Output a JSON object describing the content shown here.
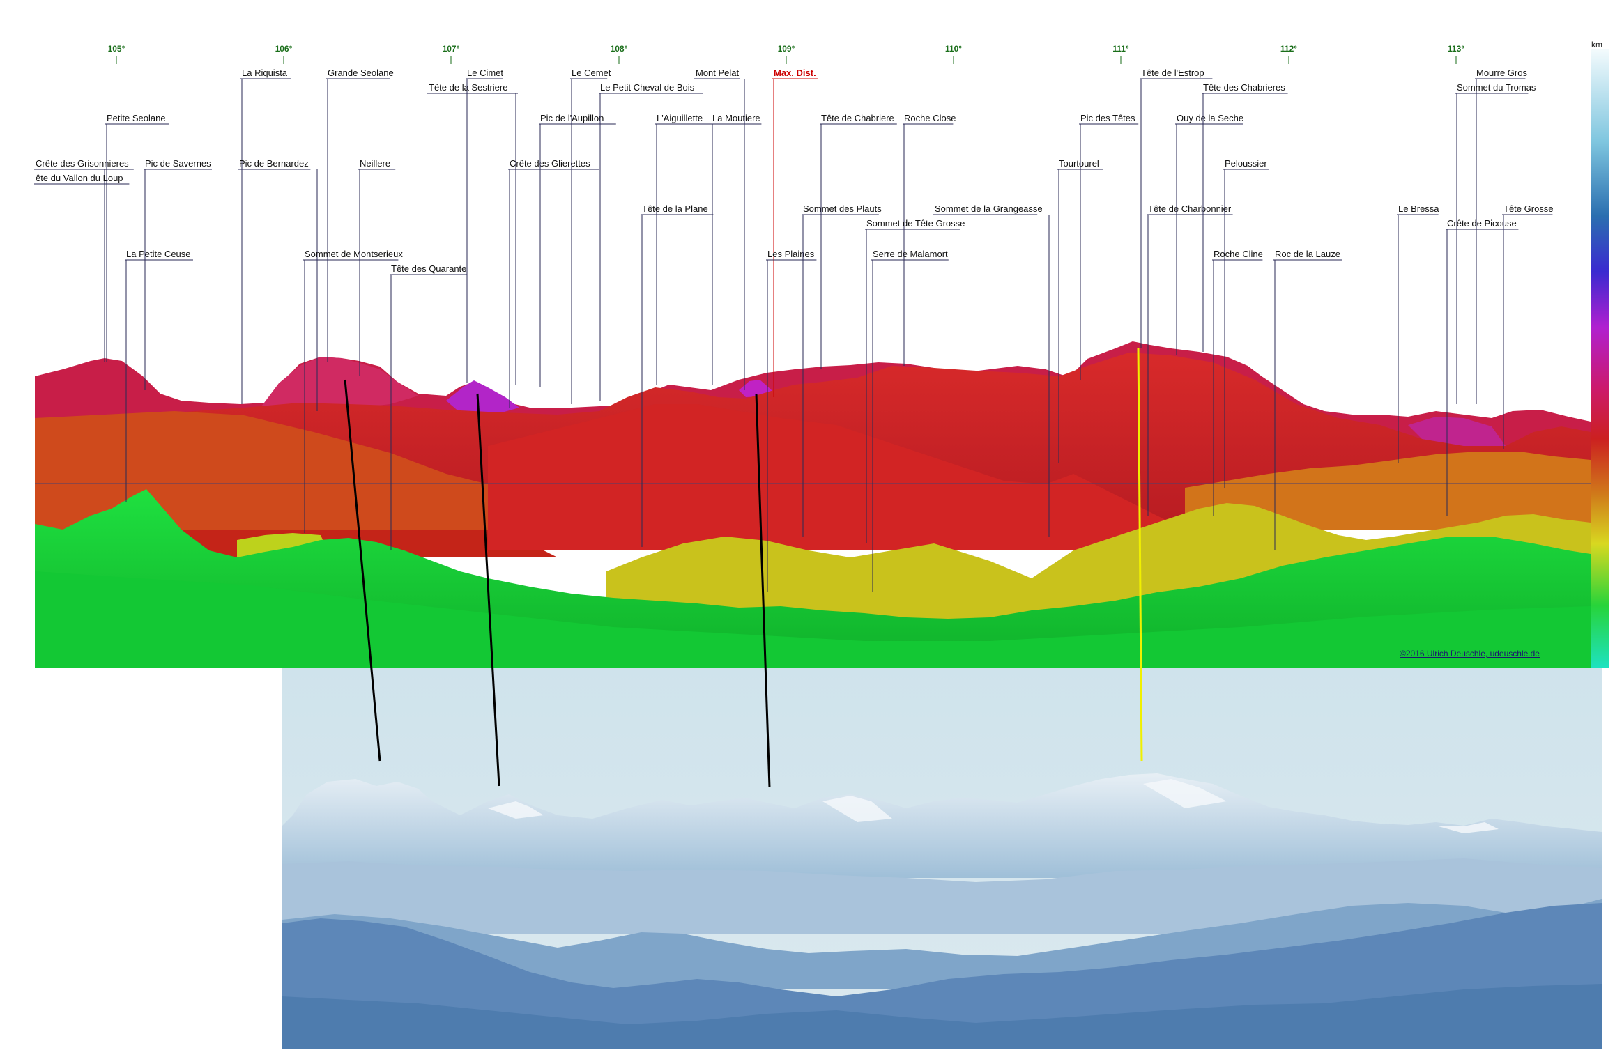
{
  "degree_marks": [
    "105°",
    "106°",
    "107°",
    "108°",
    "109°",
    "110°",
    "111°",
    "112°",
    "113°"
  ],
  "summits": [
    "Crête des Grisonnieres",
    "ête du Vallon du Loup",
    "Petite Seolane",
    "Pic de Savernes",
    "La Petite Ceuse",
    "La Riquista",
    "Pic de Bernardez",
    "Grande Seolane",
    "Sommet de Montserieux",
    "Neillere",
    "Tête des Quarante",
    "Le Cimet",
    "Tête de la Sestriere",
    "Crête des Glierettes",
    "Pic de l'Aupillon",
    "Le Cemet",
    "Le Petit Cheval de Bois",
    "Mont Pelat",
    "L'Aiguillette",
    "La Moutiere",
    "Tête de la Plane",
    "Max. Dist.",
    "Les Plaines",
    "Sommet des Plauts",
    "Tête de Chabriere",
    "Roche Close",
    "Sommet de Tête Grosse",
    "Serre de Malamort",
    "Sommet de la Grangeasse",
    "Tourtourel",
    "Pic des Têtes",
    "Tête de l'Estrop",
    "Tête de Charbonnier",
    "Ouy de la Seche",
    "Tête des Chabrieres",
    "Peloussier",
    "Roche Cline",
    "Roc de la Lauze",
    "Le Bressa",
    "Mourre Gros",
    "Sommet du Tromas",
    "Crête de Picouse",
    "Tête Grosse"
  ],
  "legend": {
    "unit": "km"
  },
  "credit": "©2016 Ulrich Deuschle, udeuschle.de",
  "colors": {
    "near_green": "#17d33a",
    "mid_yellow": "#c9c21a",
    "orange": "#d0701c",
    "red": "#c7262a",
    "crimson": "#c0204a",
    "magenta": "#b020d0",
    "max_dist_line": "#cc0000",
    "sky_photo": "#cfe3ee",
    "match_line_yellow": "#f0f000"
  }
}
